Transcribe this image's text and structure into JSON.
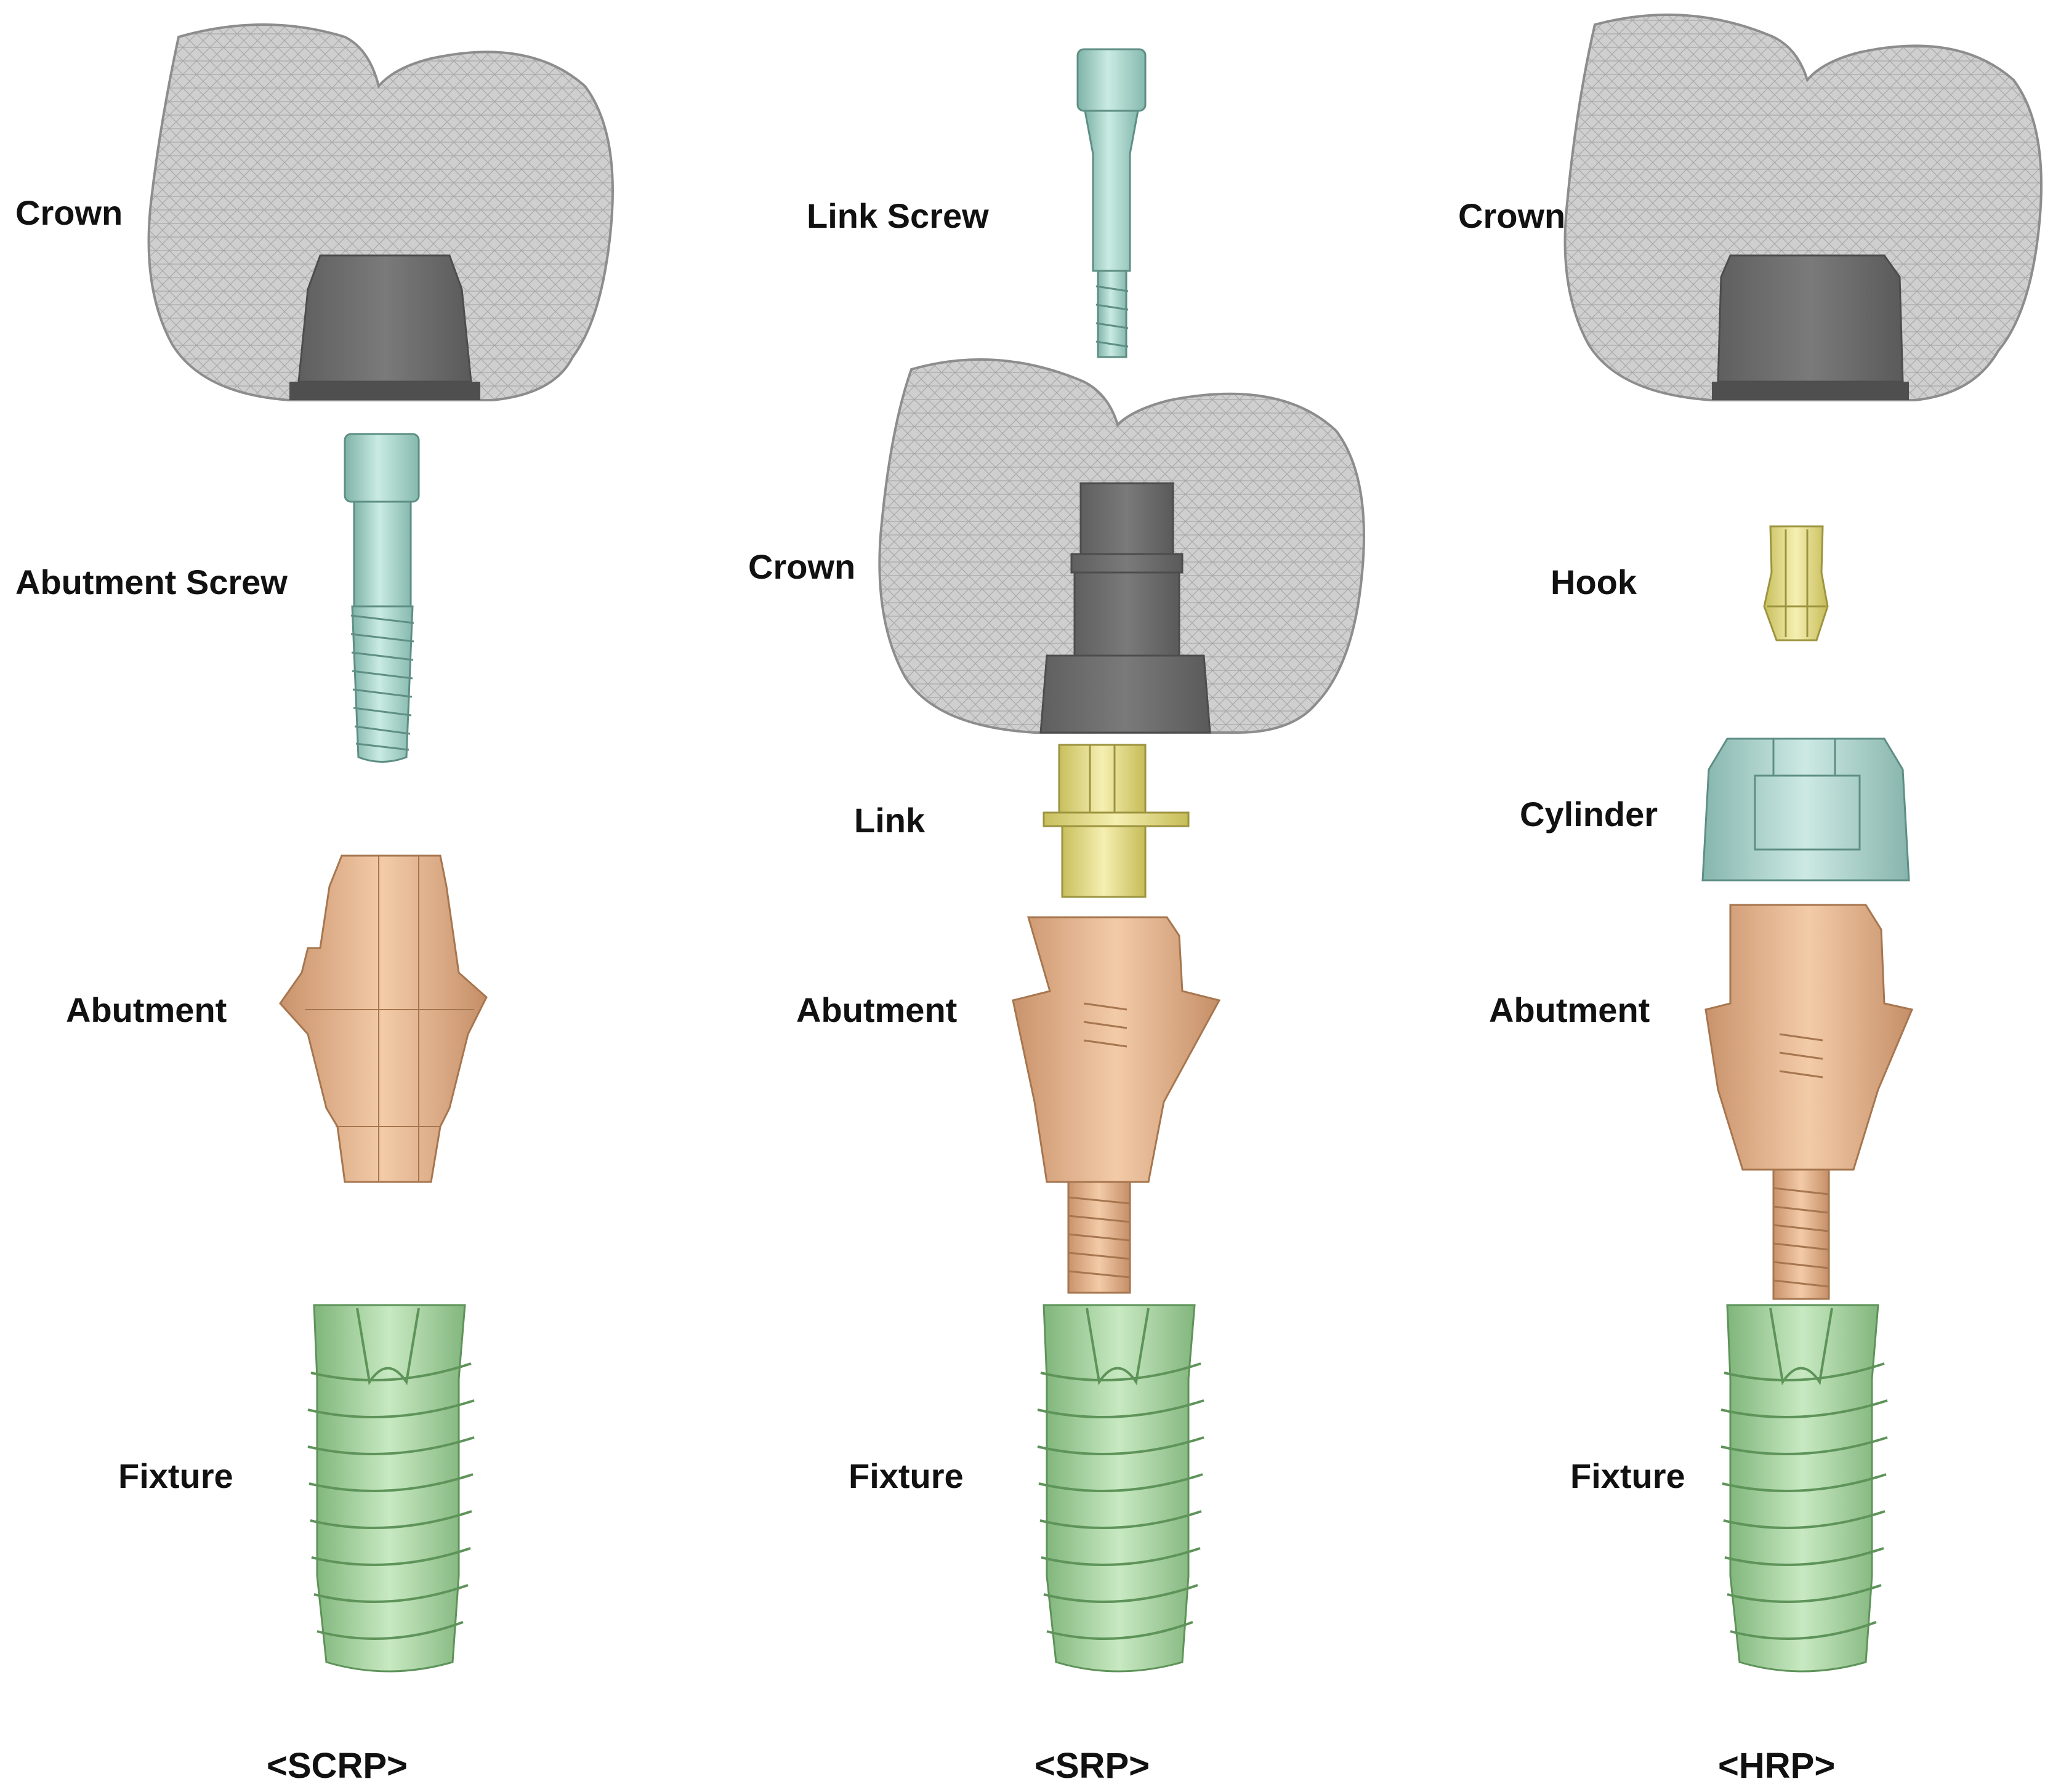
{
  "columns": [
    {
      "caption": "<SCRP>",
      "labels": {
        "crown": "Crown",
        "abutment_screw": "Abutment Screw",
        "abutment": "Abutment",
        "fixture": "Fixture"
      }
    },
    {
      "caption": "<SRP>",
      "labels": {
        "link_screw": "Link Screw",
        "crown": "Crown",
        "link": "Link",
        "abutment": "Abutment",
        "fixture": "Fixture"
      }
    },
    {
      "caption": "<HRP>",
      "labels": {
        "crown": "Crown",
        "hook": "Hook",
        "cylinder": "Cylinder",
        "abutment": "Abutment",
        "fixture": "Fixture"
      }
    }
  ],
  "colors": {
    "crown_mesh": "#cfcfcf",
    "crown_core": "#6e6e6e",
    "screw": "#a9d6cc",
    "abutment": "#e7b791",
    "fixture": "#a7d6a1",
    "gold_part": "#e6dd8a",
    "cylinder": "#a9d3cc"
  }
}
